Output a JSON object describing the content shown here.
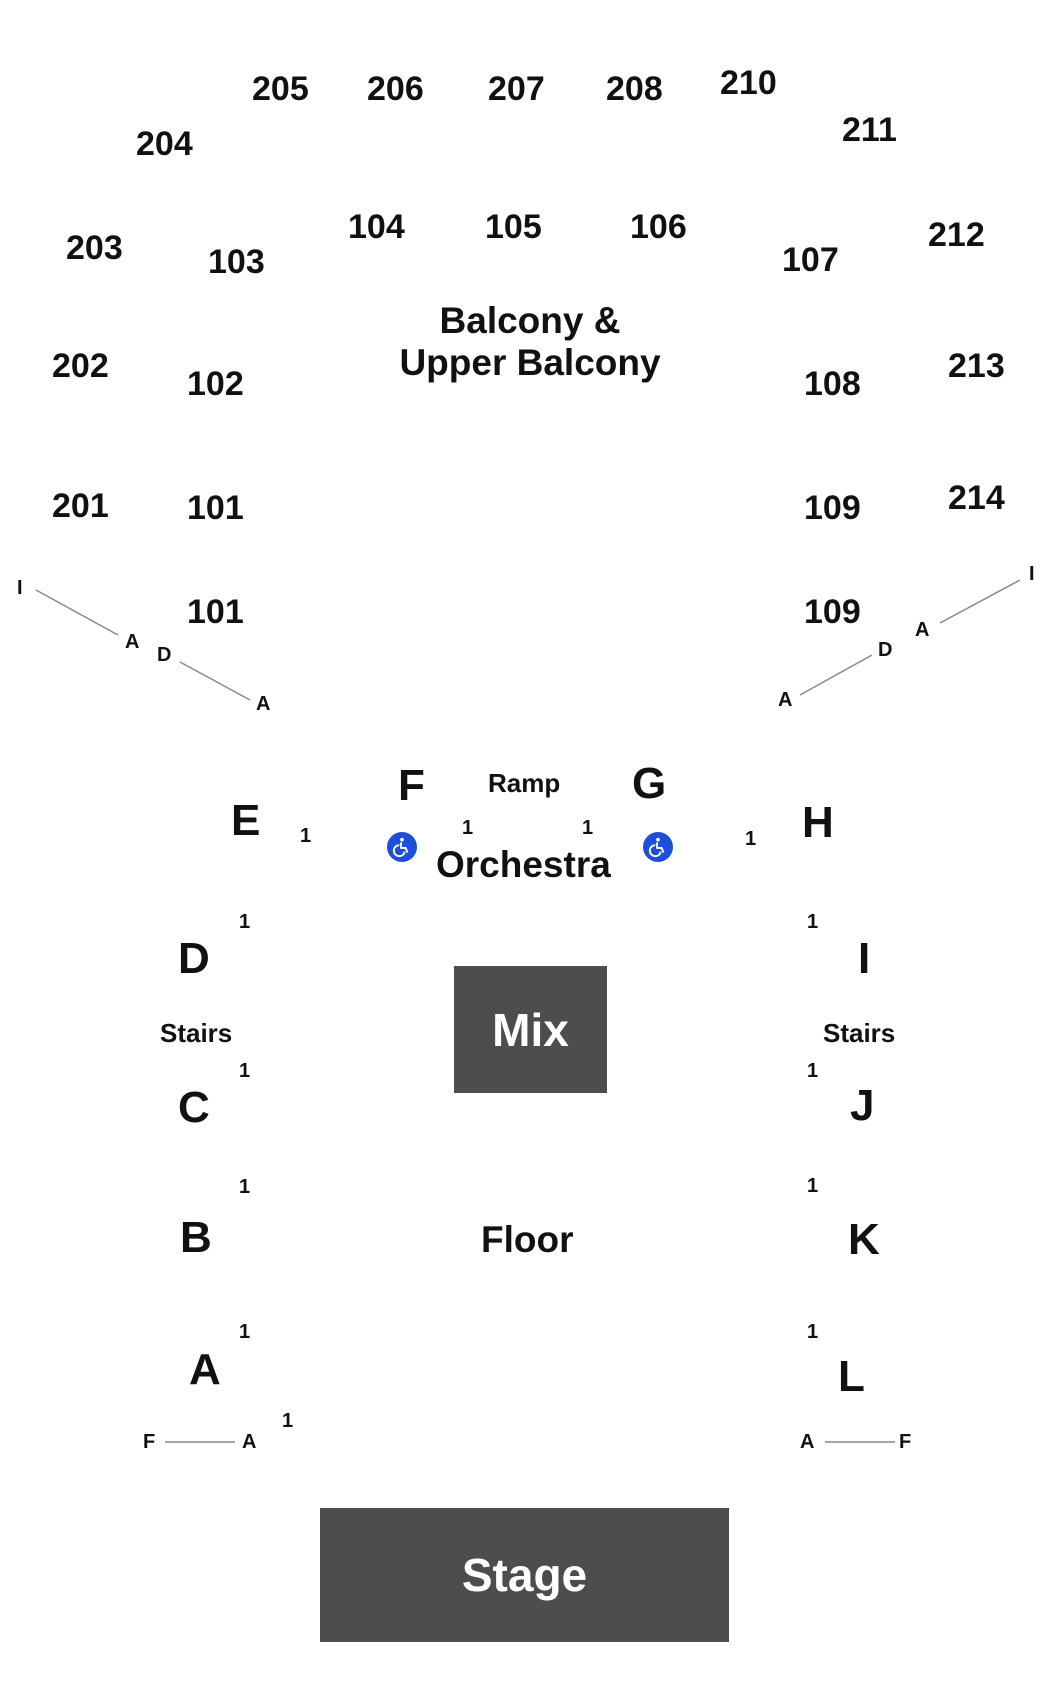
{
  "colors": {
    "text": "#111111",
    "box": "#4d4d4d",
    "box_text": "#ffffff",
    "accessible": "#1f4fd8",
    "line": "#888888"
  },
  "upper_sections": [
    "205",
    "206",
    "207",
    "208",
    "210",
    "211",
    "204",
    "203",
    "212",
    "202",
    "213",
    "201",
    "214"
  ],
  "lower_sections": [
    "104",
    "105",
    "106",
    "103",
    "107",
    "102",
    "108",
    "101",
    "109",
    "101",
    "109"
  ],
  "balcony_label": [
    "Balcony &",
    "Upper Balcony"
  ],
  "row_markers": {
    "I": "I",
    "A": "A",
    "D": "D"
  },
  "orchestra": {
    "label": "Orchestra",
    "ramp": "Ramp"
  },
  "floor_sections": [
    "E",
    "F",
    "G",
    "H",
    "D",
    "I",
    "C",
    "J",
    "B",
    "K",
    "A",
    "L"
  ],
  "stairs": "Stairs",
  "seat_one": "1",
  "mix": "Mix",
  "floor": "Floor",
  "stage": "Stage",
  "floor_rows": {
    "F": "F",
    "A": "A"
  },
  "icons": {
    "accessible": "wheelchair-icon"
  }
}
